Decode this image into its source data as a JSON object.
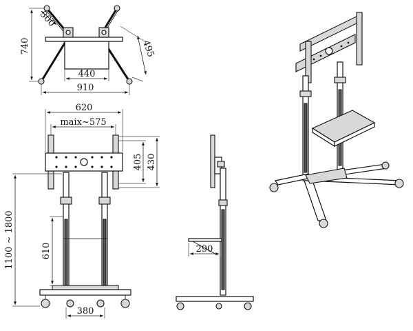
{
  "dimensions": {
    "base_diag_width": "300",
    "base_height": "740",
    "base_depth": "495",
    "plate_width": "440",
    "base_width": "910",
    "bracket_width": "620",
    "vesa_max": "maix~575",
    "vesa_height_inner": "405",
    "bracket_height": "430",
    "total_height": "1100 ~ 1800",
    "column_height": "610",
    "wheel_spacing": "380",
    "shelf_depth": "290"
  }
}
